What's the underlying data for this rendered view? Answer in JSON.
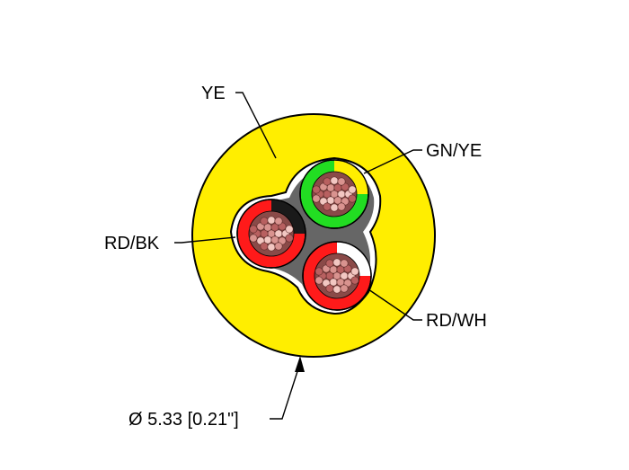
{
  "diagram": {
    "jacket": {
      "label": "YE",
      "color": "#FFEE00"
    },
    "conductors": [
      {
        "label": "GN/YE",
        "primary_color": "#22DD22",
        "stripe_color": "#FFEE00"
      },
      {
        "label": "RD/BK",
        "primary_color": "#FF1A1A",
        "stripe_color": "#1A1A1A"
      },
      {
        "label": "RD/WH",
        "primary_color": "#FF1A1A",
        "stripe_color": "#FFFFFF"
      }
    ],
    "filler_color": "#666666",
    "strand_colors": [
      "#D9938F",
      "#B86060",
      "#F2C7C2"
    ],
    "dimension": {
      "text": "Ø 5.33 [0.21\"]"
    }
  }
}
